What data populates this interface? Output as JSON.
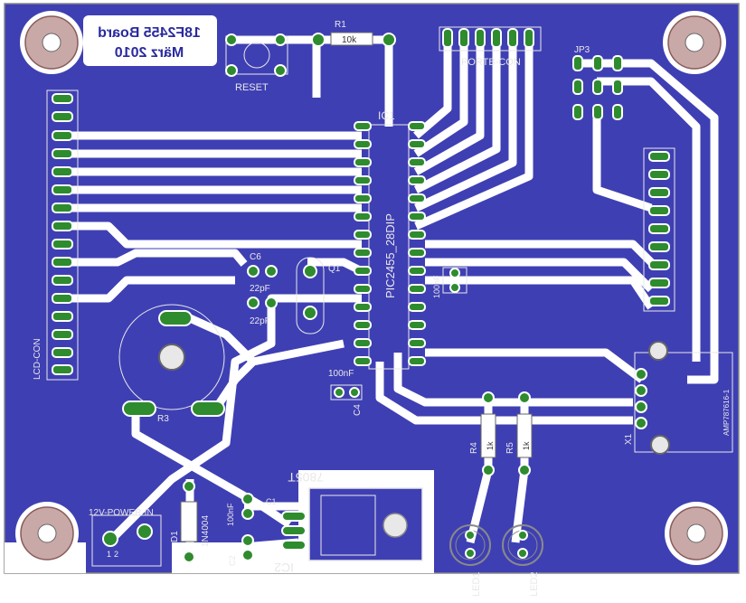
{
  "board": {
    "title_line1": "18F2455 Board",
    "title_line2": "März 2010",
    "colors": {
      "substrate": "#3f3fb4",
      "trace": "#ffffff",
      "pad": "#2e8b2e",
      "pad_ring": "#ffffff",
      "silkscreen": "#e8e8e8",
      "outline": "#8a8a8a"
    }
  },
  "labels": {
    "r1": "R1",
    "r1_value": "10k",
    "reset": "RESET",
    "portb": "PORTB-CON",
    "jp": "JP3",
    "ic1": "IC1",
    "pic": "PIC2455_28DIP",
    "c6": "C6",
    "c6_value": "22pF",
    "c5_value": "22pF",
    "q1": "Q1",
    "c3_value": "100nF",
    "c4": "C4",
    "c4_value": "100nF",
    "lcd": "LCD-CON",
    "r3": "R3",
    "r4": "R4",
    "r4_value": "1k",
    "r5": "R5",
    "r5_value": "1k",
    "x1": "X1",
    "amp": "AMP787616-1",
    "regulator": "7805T",
    "ic2": "IC2",
    "power": "12V-POWER-IN",
    "diode": "1N4004",
    "d1": "D1",
    "c1": "C1",
    "c1_value": "100nF",
    "c2": "C2",
    "led1": "LED1",
    "led2": "LED2",
    "pin1": "1",
    "pin2": "2"
  }
}
